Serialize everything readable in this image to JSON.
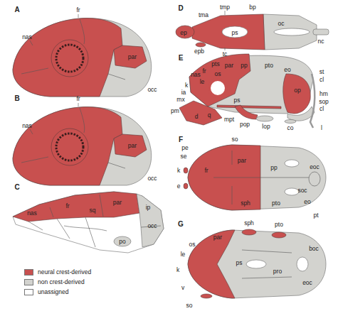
{
  "diagram": {
    "labels": [
      "A",
      "fr",
      "nas",
      "par",
      "occ",
      "B",
      "fr",
      "nas",
      "par",
      "occ",
      "C",
      "nas",
      "fr",
      "sq",
      "par",
      "ip",
      "occ",
      "po",
      "D",
      "tmp",
      "bp",
      "tma",
      "ep",
      "oc",
      "nc",
      "ps",
      "epb",
      "tc",
      "E",
      "pp",
      "pto",
      "pts",
      "par",
      "eo",
      "fr",
      "os",
      "st",
      "nas",
      "le",
      "cl",
      "k",
      "op",
      "ia",
      "hm",
      "mx",
      "ps",
      "sop",
      "pm",
      "cl",
      "d",
      "q",
      "mpt",
      "pop",
      "lop",
      "co",
      "l",
      "F",
      "so",
      "pe",
      "se",
      "par",
      "pp",
      "k",
      "fr",
      "eoc",
      "e",
      "soc",
      "sph",
      "pto",
      "eo",
      "pt",
      "G",
      "sph",
      "pto",
      "par",
      "os",
      "le",
      "boc",
      "k",
      "ps",
      "pro",
      "v",
      "eoc",
      "so"
    ],
    "legend": [
      {
        "text": "neural crest-derived",
        "color": "#c8504f"
      },
      {
        "text": "non crest-derived",
        "color": "#d3d3cf"
      },
      {
        "text": "unassigned",
        "color": "#ffffff"
      }
    ]
  }
}
